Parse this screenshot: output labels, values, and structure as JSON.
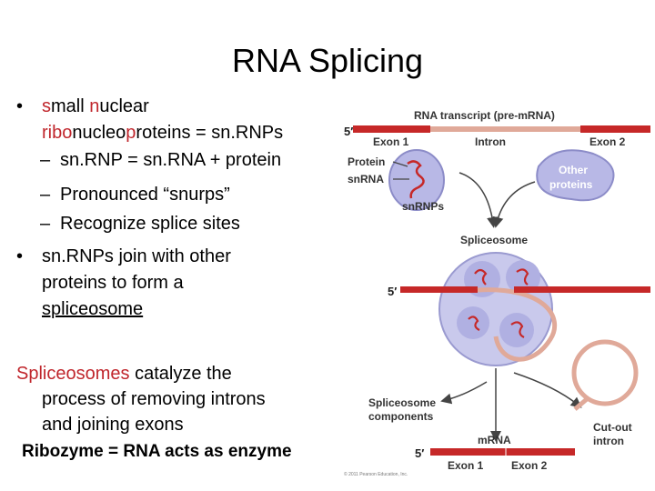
{
  "title": "RNA Splicing",
  "bullet1": {
    "s1": "s",
    "r1": "mall ",
    "s2": "n",
    "r2": "uclear",
    "s3": "ribo",
    "r3": "nucleo",
    "s4": "p",
    "r4": "roteins = sn.RNPs"
  },
  "subbullets": [
    "sn.RNP = sn.RNA + protein",
    "Pronounced “snurps”",
    "Recognize splice sites"
  ],
  "bullet2": {
    "line1": "sn.RNPs join with other",
    "line2": "proteins to form a",
    "line3": "spliceosome"
  },
  "paragraph": {
    "highlight": "Spliceosomes",
    "rest": " catalyze the",
    "line2": "process of removing introns",
    "line3": "and joining exons"
  },
  "ribozyme": "Ribozyme = RNA acts as enzyme",
  "diagram": {
    "transcript_title": "RNA transcript (pre-mRNA)",
    "five_prime": "5′",
    "exon1": "Exon 1",
    "intron": "Intron",
    "exon2": "Exon 2",
    "protein": "Protein",
    "snrna": "snRNA",
    "snrnps": "snRNPs",
    "other_proteins_1": "Other",
    "other_proteins_2": "proteins",
    "spliceosome": "Spliceosome",
    "components_1": "Spliceosome",
    "components_2": "components",
    "cut_out_1": "Cut-out",
    "cut_out_2": "intron",
    "mrna": "mRNA",
    "copyright": "© 2011 Pearson Education, Inc.",
    "colors": {
      "exon": "#c62828",
      "intron": "#e0a999",
      "blob": "#b8b8e6",
      "blob_edge": "#8c8cc8"
    }
  }
}
